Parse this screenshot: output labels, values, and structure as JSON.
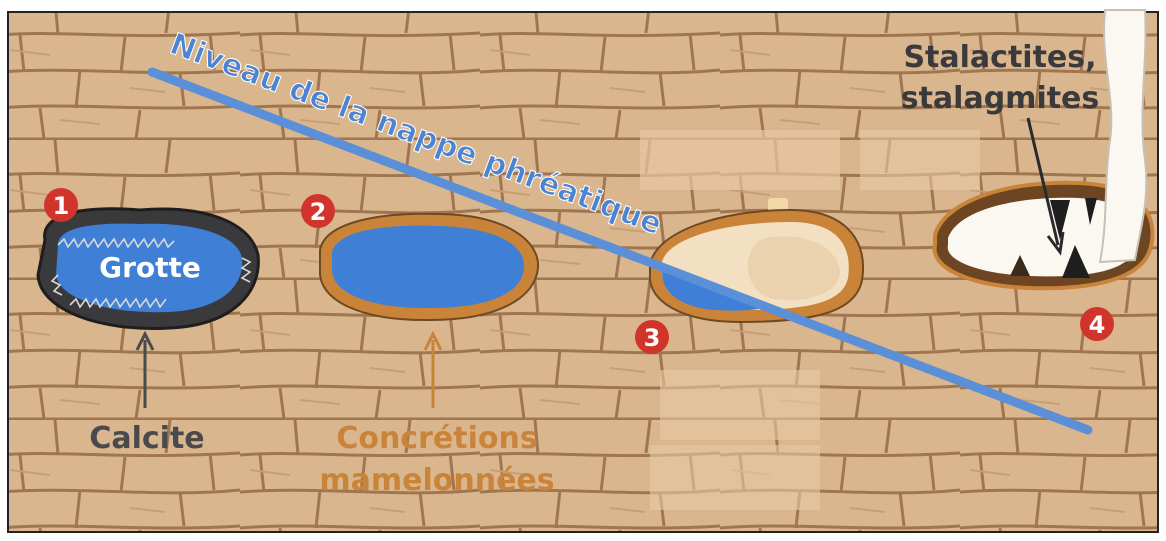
{
  "diagram": {
    "water_table_label": "Niveau de la nappe phréatique",
    "stages": [
      {
        "number": "1",
        "cave_label": "Grotte",
        "caption": "Calcite"
      },
      {
        "number": "2",
        "caption_line1": "Concrétions",
        "caption_line2": "mamelonnées"
      },
      {
        "number": "3"
      },
      {
        "number": "4",
        "caption_line1": "Stalactites,",
        "caption_line2": "stalagmites"
      }
    ]
  },
  "colors": {
    "rock": "#d8b48c",
    "rock_light": "#e6c6a0",
    "mortar": "#a37a55",
    "water": "#3f7fd6",
    "water_line": "#5b8fd8",
    "calcite": "#2f2f30",
    "concretion": "#c9843a",
    "badge": "#d0342a",
    "speleothem": "#fbf8f1",
    "caption_dark": "#4a4a4c",
    "caption_orange": "#c9843a",
    "water_label": "#4d84d1"
  }
}
